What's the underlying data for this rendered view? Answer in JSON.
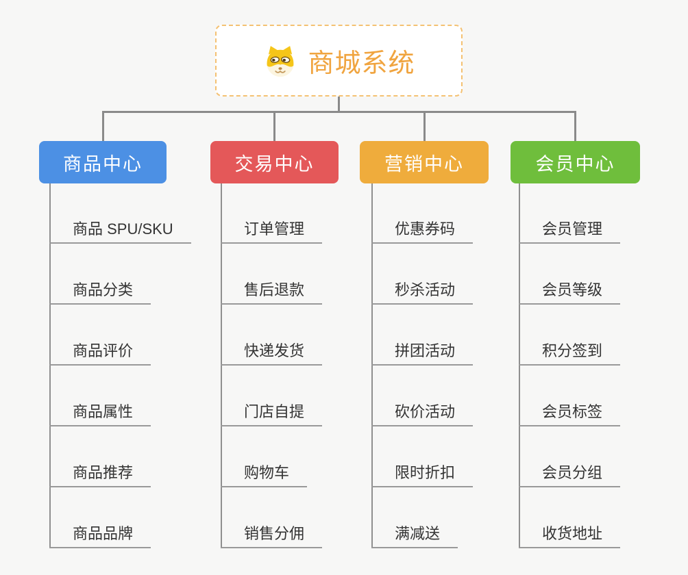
{
  "root": {
    "title": "商城系统",
    "icon": "dog-face-icon"
  },
  "colors": {
    "root_accent": "#F0A43F",
    "root_border": "#F4C172",
    "connector": "#8A8A8A",
    "leaf_line": "#999999",
    "background": "#F7F7F6",
    "branch_blue": "#4C90E4",
    "branch_red": "#E45859",
    "branch_orange": "#EFAC3C",
    "branch_green": "#6FBE3C"
  },
  "branches": [
    {
      "label": "商品中心",
      "color": "#4C90E4",
      "items": [
        "商品 SPU/SKU",
        "商品分类",
        "商品评价",
        "商品属性",
        "商品推荐",
        "商品品牌"
      ]
    },
    {
      "label": "交易中心",
      "color": "#E45859",
      "items": [
        "订单管理",
        "售后退款",
        "快递发货",
        "门店自提",
        "购物车",
        "销售分佣"
      ]
    },
    {
      "label": "营销中心",
      "color": "#EFAC3C",
      "items": [
        "优惠券码",
        "秒杀活动",
        "拼团活动",
        "砍价活动",
        "限时折扣",
        "满减送"
      ]
    },
    {
      "label": "会员中心",
      "color": "#6FBE3C",
      "items": [
        "会员管理",
        "会员等级",
        "积分签到",
        "会员标签",
        "会员分组",
        "收货地址"
      ]
    }
  ]
}
